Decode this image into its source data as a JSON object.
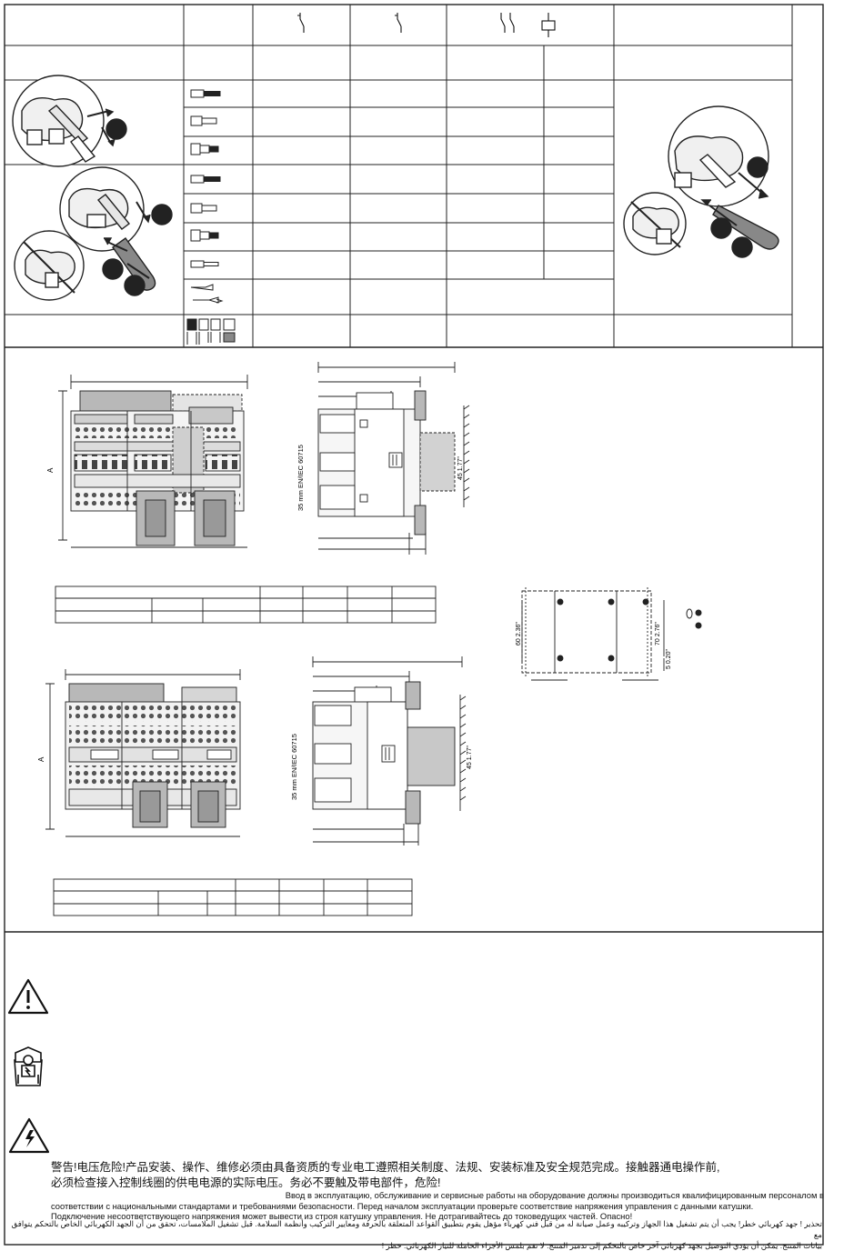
{
  "dimension_labels": {
    "dim_a": "A",
    "din_rail": "35 mm EN/IEC 60715",
    "dim_45": "45 1.77\"",
    "dim_60": "60 2.36\"",
    "dim_70": "70 2.76\"",
    "dim_5": "5 0.20\""
  },
  "warning_texts": {
    "chinese_line1": "警告!电压危险!产品安装、操作、维修必须由具备资质的专业电工遵照相关制度、法规、安装标准及安全规范完成。接触器通电操作前,",
    "chinese_line2": "必须检查接入控制线圈的供电电源的实际电压。务必不要触及带电部件，危险!",
    "russian_line1": "Ввод в эксплуатацию, обслуживание и сервисные работы на оборудование должны производиться квалифицированным персоналом в",
    "russian_line2": "соответствии с  национальными стандартами и требованиями безопасности. Перед началом эксплуатации проверьте соответствие напряжения управления с данными катушки.",
    "russian_line3": "Подключение  несоответствующего напряжения может вывести из строя катушку управления. Не дотрагивайтесь до токоведущих частей. Опасно!",
    "arabic_line1": "تحذير ! جهد كهربائي خطر! يجب أن يتم تشغيل هذا الجهاز وتركيبه وعمل صيانة له من قبل فني كهرباء مؤهل يقوم بتطبيق القواعد المتعلقة بالحرفة ومعايير التركيب وأنظمة السلامة. قبل تشغيل الملامسات، تحقق من أن الجهد الكهربائي الخاص بالتحكم يتوافق مع",
    "arabic_line2": "بيانات المنتج. يمكن أن يؤدي التوصيل بجهد كهربائي آخر خاص بالتحكم إلى تدمير المنتج. لا تقم بلمس الأجزاء الحاملة للتيار الكهربائي. خطر !"
  },
  "icons": [
    "warning-triangle-icon",
    "electrician-icon",
    "electric-shock-icon",
    "screwdriver-icon",
    "wire-ferrule-icon",
    "mounting-hole-icon"
  ],
  "colors": {
    "line": "#1a1a1a",
    "fill_gray": "#b8b8b8",
    "fill_light": "#e2e2e2",
    "fill_dark": "#2a2a2a"
  }
}
